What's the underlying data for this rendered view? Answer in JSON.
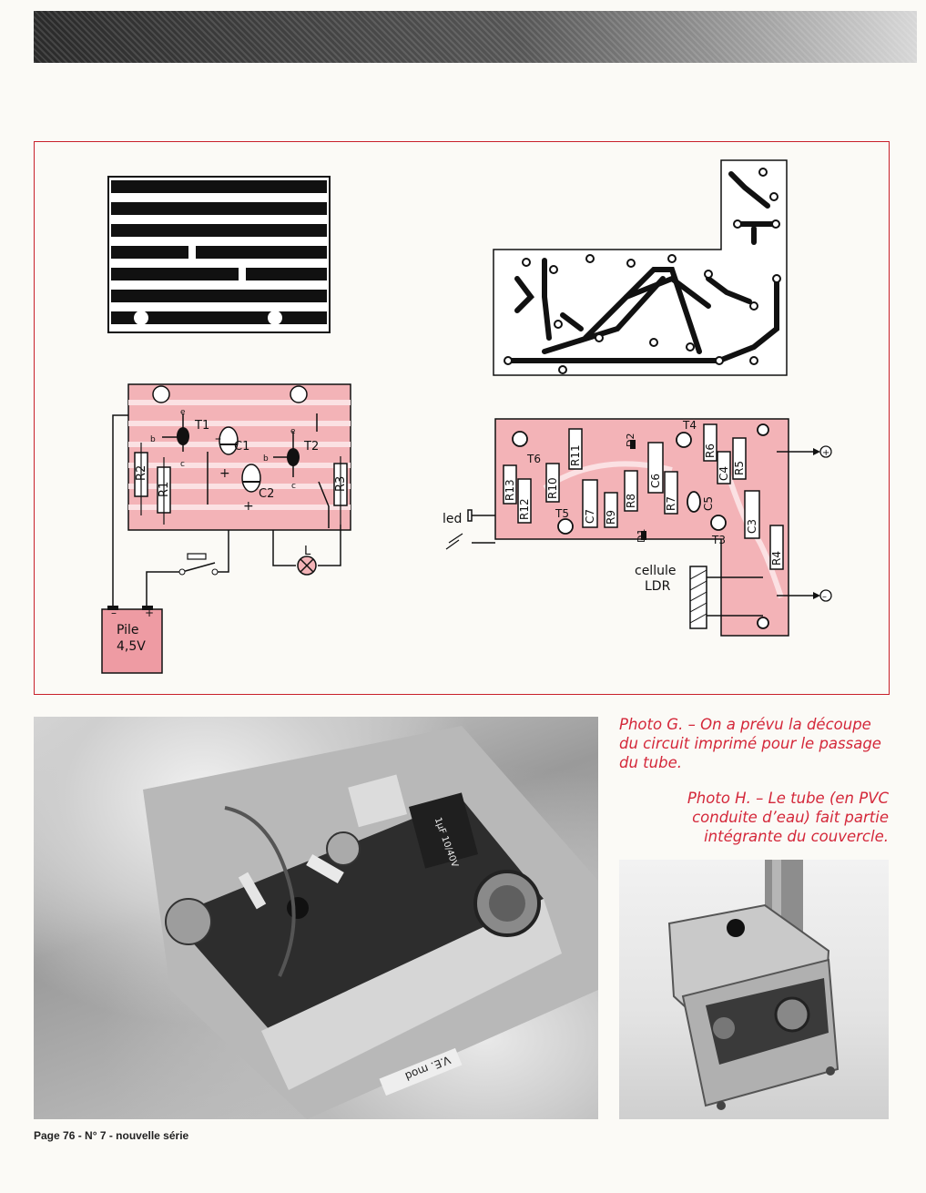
{
  "diagram_labels": {
    "t1": "T1",
    "t2": "T2",
    "c1": "C1",
    "c2": "C2",
    "r1": "R1",
    "r2": "R2",
    "r3": "R3",
    "l": "L",
    "pile_line1": "Pile",
    "pile_line2": "4,5V",
    "minus": "–",
    "plus": "+",
    "b": "b",
    "e": "e",
    "c": "c",
    "led": "led",
    "r13": "R13",
    "r12": "R12",
    "r10": "R10",
    "r11": "R11",
    "r9": "R9",
    "r8": "R8",
    "r7": "R7",
    "r6": "R6",
    "r5": "R5",
    "r4": "R4",
    "c3": "C3",
    "c4": "C4",
    "c5": "C5",
    "c6": "C6",
    "c7": "C7",
    "d1": "D1",
    "d2": "D2",
    "t3": "T3",
    "t4": "T4",
    "t5": "T5",
    "t6": "T6",
    "cellule_line1": "cellule",
    "cellule_line2": "LDR",
    "out_plus": "+",
    "out_minus": "–"
  },
  "photo_g_text": {
    "capacitor_label": "1µF 10/40V",
    "box_label": "V.E. mod"
  },
  "caption_g": "Photo G. – On a prévu la découpe du circuit imprimé pour le passage du tube.",
  "caption_h": "Photo H. – Le tube (en PVC conduite d’eau) fait partie intégrante du couvercle.",
  "footer": "Page 76 - N° 7 - nouvelle série",
  "colors": {
    "accent": "#c8202a",
    "pcb_pink": "#f0a8ae",
    "ink": "#1a1a1a"
  }
}
